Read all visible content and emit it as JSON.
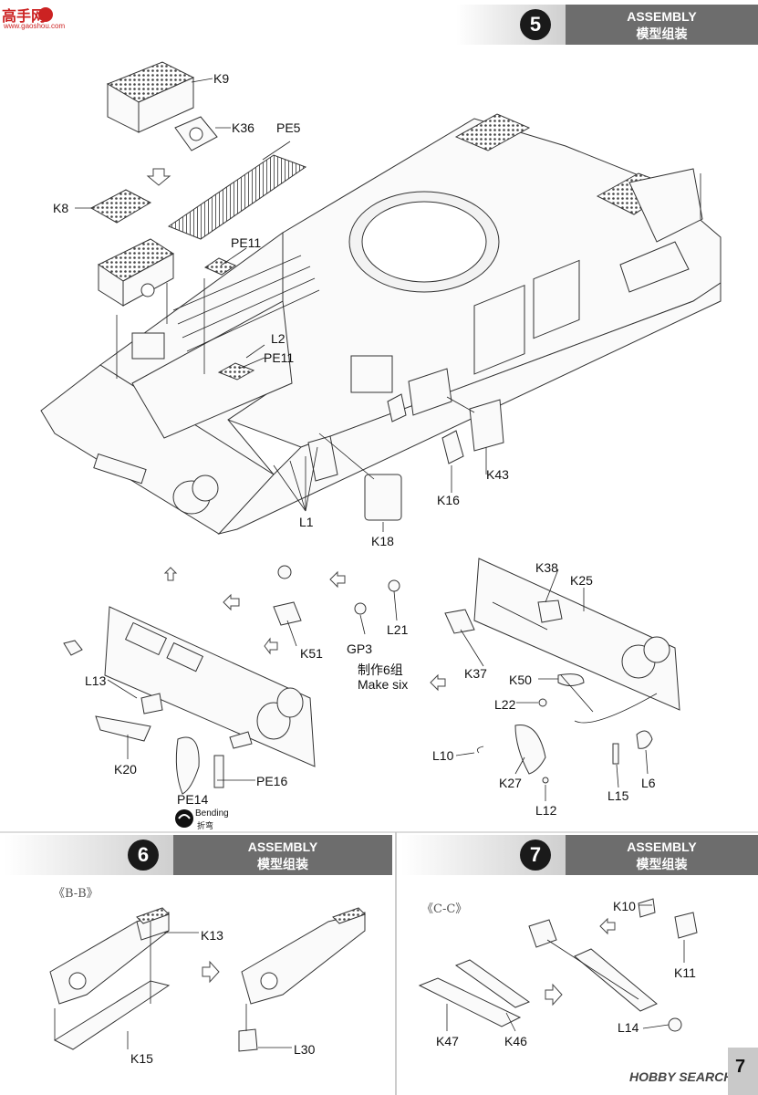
{
  "watermark_top": {
    "chinese": "高手网",
    "url": "www.gaoshou.com"
  },
  "watermark_bottom": {
    "brand": "HOBBY SEARCH"
  },
  "page_number": "7",
  "steps": [
    {
      "number": "5",
      "title_en": "ASSEMBLY",
      "title_cn": "模型组装"
    },
    {
      "number": "6",
      "title_en": "ASSEMBLY",
      "title_cn": "模型组装",
      "section": "《B-B》"
    },
    {
      "number": "7",
      "title_en": "ASSEMBLY",
      "title_cn": "模型组装",
      "section": "《C-C》"
    }
  ],
  "labels": {
    "k9": "K9",
    "k36": "K36",
    "pe5": "PE5",
    "k8": "K8",
    "pe11a": "PE11",
    "l2": "L2",
    "pe11b": "PE11",
    "k43": "K43",
    "k16": "K16",
    "k18": "K18",
    "l1": "L1",
    "k51": "K51",
    "gp3": "GP3",
    "l21": "L21",
    "make_six_cn": "制作6组",
    "make_six_en": "Make six",
    "l13": "L13",
    "k20": "K20",
    "pe14": "PE14",
    "pe16": "PE16",
    "bending_en": "Bending",
    "bending_cn": "折弯",
    "k38": "K38",
    "k25": "K25",
    "k37": "K37",
    "k50": "K50",
    "l22": "L22",
    "l10": "L10",
    "k27": "K27",
    "l12": "L12",
    "l15": "L15",
    "l6": "L6",
    "k13": "K13",
    "k15": "K15",
    "l30": "L30",
    "k10": "K10",
    "k11": "K11",
    "k47": "K47",
    "k46": "K46",
    "l14": "L14"
  }
}
